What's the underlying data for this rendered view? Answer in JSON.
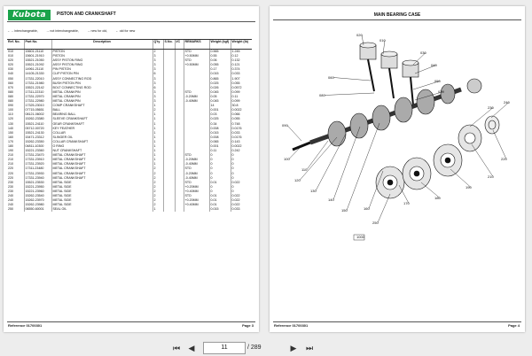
{
  "left_page": {
    "logo": "Kubota",
    "section_title": "PISTON AND CRANKSHAFT",
    "legend": [
      "←→ interchangeable,",
      "→ not interchangeable,",
      "→ new for old,",
      "← old for new"
    ],
    "columns": [
      "Ref. No.",
      "Part No.",
      "Description",
      "Q'ty",
      "S.No.",
      "I/C",
      "REMARKS",
      "Weight (kgf)",
      "Weight (lb)"
    ],
    "rows": [
      [
        "010",
        "15601-21110",
        "PISTON",
        "2",
        "",
        "",
        "STD",
        "0.565",
        "1.245"
      ],
      [
        "010",
        "15601-21910",
        "PISTON",
        "3",
        "",
        "",
        "+0.50MM",
        "0.55",
        "0.12"
      ],
      [
        "020",
        "15521-21050",
        "ASSY PISTON RING",
        "3",
        "",
        "",
        "STD",
        "0.06",
        "0.132"
      ],
      [
        "020",
        "15521-21092",
        "ASSY PISTON RING",
        "3",
        "",
        "",
        "+0.50MM",
        "0.055",
        "0.121"
      ],
      [
        "030",
        "14961-21110",
        "PIN PISTON",
        "3",
        "",
        "",
        "",
        "0.17",
        "0.374"
      ],
      [
        "040",
        "14105-21330",
        "CLIP PISTON PIN",
        "6",
        "",
        "",
        "",
        "0.015",
        "0.033"
      ],
      [
        "050",
        "17331-22010",
        "ASSY CONNECTING ROD",
        "3",
        "",
        "",
        "",
        "0.865",
        "1.907"
      ],
      [
        "060",
        "17331-21980",
        "BUSH PISTON PIN",
        "3",
        "",
        "",
        "",
        "0.025",
        "0.055"
      ],
      [
        "070",
        "15521-22142",
        "BOLT CONNECTING ROD",
        "6",
        "",
        "",
        "",
        "0.026",
        "0.0572"
      ],
      [
        "080",
        "17311-22310",
        "METAL CRANKPIN",
        "3",
        "",
        "",
        "STD",
        "0.045",
        "0.099"
      ],
      [
        "080",
        "17331-22970",
        "METAL CRANKPIN",
        "3",
        "",
        "",
        "-0.20MM",
        "0.05",
        "0.11"
      ],
      [
        "080",
        "17331-22980",
        "METAL CRANKPIN",
        "3",
        "",
        "",
        "-0.40MM",
        "0.045",
        "0.099"
      ],
      [
        "090",
        "17325-23010",
        "COMP CRANKSHAFT",
        "1",
        "",
        "",
        "",
        "14",
        "30.8"
      ],
      [
        "100",
        "07715-05651",
        "BALL",
        "2",
        "",
        "",
        "",
        "0.001",
        "0.0022"
      ],
      [
        "110",
        "08121-06002",
        "BEARING BALL",
        "1",
        "",
        "",
        "",
        "0.03",
        "0.066"
      ],
      [
        "120",
        "15262-23380",
        "SLEEVE CRANKSHAFT",
        "1",
        "",
        "",
        "",
        "0.025",
        "0.055"
      ],
      [
        "130",
        "15521-24110",
        "GEAR CRANKSHAFT",
        "1",
        "",
        "",
        "",
        "0.34",
        "0.748"
      ],
      [
        "140",
        "05712-00720",
        "KEY FEATHER",
        "1",
        "",
        "",
        "",
        "0.008",
        "0.0176"
      ],
      [
        "150",
        "15521-24130",
        "COLLAR",
        "1",
        "",
        "",
        "",
        "0.015",
        "0.033"
      ],
      [
        "160",
        "15471-23312",
        "SLINGER OIL",
        "1",
        "",
        "",
        "",
        "0.008",
        "0.0176"
      ],
      [
        "170",
        "15262-23350",
        "COLLAR CRANKSHAFT",
        "1",
        "",
        "",
        "",
        "0.065",
        "0.143"
      ],
      [
        "180",
        "04811-10300",
        "O RING",
        "1",
        "",
        "",
        "",
        "0.001",
        "0.0022"
      ],
      [
        "190",
        "15221-23360",
        "NUT CRANKSHAFT",
        "1",
        "",
        "",
        "",
        "0.11",
        "0.242"
      ],
      [
        "210",
        "17331-23470",
        "METAL CRANKSHAFT",
        "1",
        "",
        "",
        "STD",
        "0",
        "0"
      ],
      [
        "210",
        "17331-23910",
        "METAL CRANKSHAFT",
        "1",
        "",
        "",
        "-0.20MM",
        "0",
        "0"
      ],
      [
        "210",
        "17331-23920",
        "METAL CRANKSHAFT",
        "1",
        "",
        "",
        "-0.40MM",
        "0",
        "0"
      ],
      [
        "220",
        "17311-23480",
        "METAL CRANKSHAFT",
        "2",
        "",
        "",
        "STD",
        "0",
        "0"
      ],
      [
        "220",
        "17331-23930",
        "METAL CRANKSHAFT",
        "2",
        "",
        "",
        "-0.20MM",
        "0",
        "0"
      ],
      [
        "220",
        "17331-23940",
        "METAL CRANKSHAFT",
        "2",
        "",
        "",
        "-0.40MM",
        "0",
        "0"
      ],
      [
        "230",
        "15521-23530",
        "METAL SIDE",
        "2",
        "",
        "",
        "STD",
        "0.01",
        "0.022"
      ],
      [
        "230",
        "15221-23950",
        "METAL SIDE",
        "2",
        "",
        "",
        "+0.20MM",
        "0",
        "0"
      ],
      [
        "230",
        "15221-23960",
        "METAL SIDE",
        "2",
        "",
        "",
        "+0.40MM",
        "0",
        "0"
      ],
      [
        "240",
        "15262-23540",
        "METAL SIDE",
        "2",
        "",
        "",
        "STD",
        "0.01",
        "0.022"
      ],
      [
        "240",
        "15262-23970",
        "METAL SIDE",
        "2",
        "",
        "",
        "+0.20MM",
        "0.01",
        "0.022"
      ],
      [
        "240",
        "15262-23980",
        "METAL SIDE",
        "2",
        "",
        "",
        "+0.40MM",
        "0.01",
        "0.022"
      ],
      [
        "250",
        "06550-60001",
        "SEAL OIL",
        "1",
        "",
        "",
        "",
        "0.015",
        "0.033"
      ]
    ],
    "reference": "Reference 01700301",
    "page_label": "Page 3"
  },
  "right_page": {
    "figure_title": "MAIN BEARING CASE",
    "reference": "Reference 01700301",
    "page_label": "Page 4",
    "callouts": [
      "020",
      "010",
      "030",
      "040",
      "050",
      "070",
      "060",
      "080",
      "090",
      "100",
      "110",
      "120",
      "130",
      "140",
      "150",
      "160",
      "170",
      "180",
      "190",
      "210",
      "220",
      "230",
      "240",
      "250"
    ],
    "stamp": "1000"
  },
  "toolbar": {
    "current_page": "11",
    "total_pages": "/ 289",
    "icons": [
      "first-page-icon",
      "previous-page-icon",
      "next-page-icon",
      "last-page-icon"
    ]
  }
}
